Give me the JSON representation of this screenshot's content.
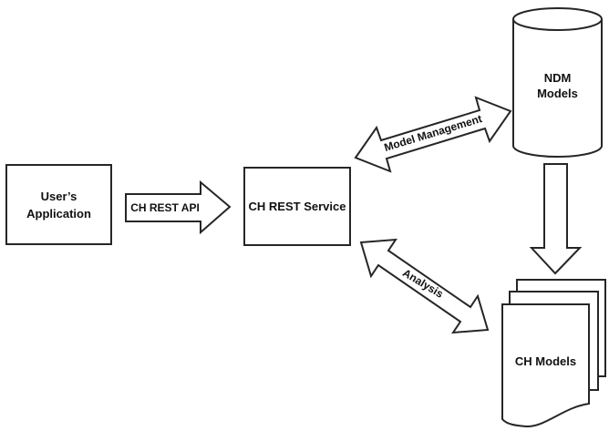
{
  "colors": {
    "background": "#ffffff",
    "shape_fill": "#ffffff",
    "stroke": "#262626",
    "text": "#111111"
  },
  "nodes": {
    "users_application": {
      "label": "User’s\nApplication"
    },
    "ch_rest_service": {
      "label": "CH REST Service"
    },
    "ndm_models": {
      "label": "NDM\nModels"
    },
    "ch_models": {
      "label": "CH Models"
    }
  },
  "connectors": {
    "ch_rest_api": {
      "label": "CH REST API",
      "type": "arrow-right"
    },
    "model_management": {
      "label": "Model Management",
      "type": "double-arrow"
    },
    "analysis": {
      "label": "Analysis",
      "type": "double-arrow"
    },
    "models_flow": {
      "type": "arrow-down"
    }
  }
}
